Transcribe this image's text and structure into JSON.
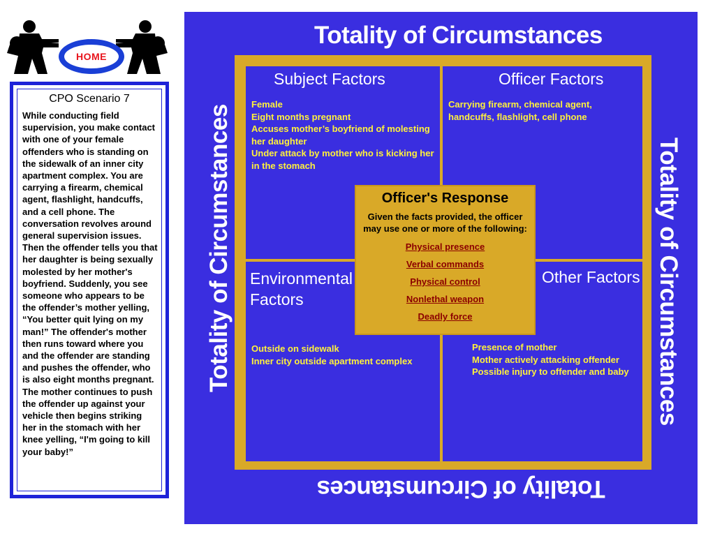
{
  "header": {
    "home_label": "HOME"
  },
  "scenario": {
    "title": "CPO Scenario 7",
    "body": "While conducting field supervision, you make contact with one of your female offenders who is standing on the sidewalk of an inner city apartment complex. You are carrying a firearm, chemical agent, flashlight, handcuffs, and a cell phone. The conversation revolves around general supervision issues. Then the offender tells you that her daughter is being sexually molested by her mother's boyfriend. Suddenly, you see someone who appears to be the offender’s mother yelling, “You better quit lying on my man!” The offender's mother then runs toward where you and the offender are standing and pushes the offender, who is also eight months pregnant. The mother continues to push the offender up against your vehicle then begins striking her in the stomach with her knee yelling, “I'm going to kill your baby!”"
  },
  "diagram": {
    "title_top": "Totality of Circumstances",
    "title_left": "Totality of Circumstances",
    "title_right": "Totality of Circumstances",
    "title_bottom": "Totality of Circumstances",
    "subject": {
      "title": "Subject Factors",
      "items": [
        "Female",
        "Eight months pregnant",
        "Accuses mother’s boyfriend of molesting her daughter",
        "Under attack by mother who is kicking her in the stomach"
      ]
    },
    "officer": {
      "title": "Officer Factors",
      "items": [
        "Carrying firearm, chemical agent, handcuffs, flashlight, cell phone"
      ]
    },
    "environmental": {
      "title_line1": "Environmental",
      "title_line2": "Factors",
      "items": [
        "Outside on sidewalk",
        "Inner city outside apartment complex"
      ]
    },
    "other": {
      "title": "Other Factors",
      "items": [
        "Presence of mother",
        "Mother actively attacking offender",
        "Possible injury to offender and baby"
      ]
    },
    "response": {
      "title": "Officer's Response",
      "description": "Given the facts provided, the officer may use one or more of the following:",
      "options": [
        "Physical presence",
        "Verbal commands",
        "Physical control",
        "Nonlethal weapon",
        "Deadly force"
      ]
    }
  },
  "colors": {
    "diagram_bg": "#3a2ee0",
    "frame_gold": "#d9a928",
    "factor_text": "#fff13b",
    "option_link": "#8b0000",
    "scenario_border": "#1e22d8",
    "home_red": "#e8141c"
  }
}
